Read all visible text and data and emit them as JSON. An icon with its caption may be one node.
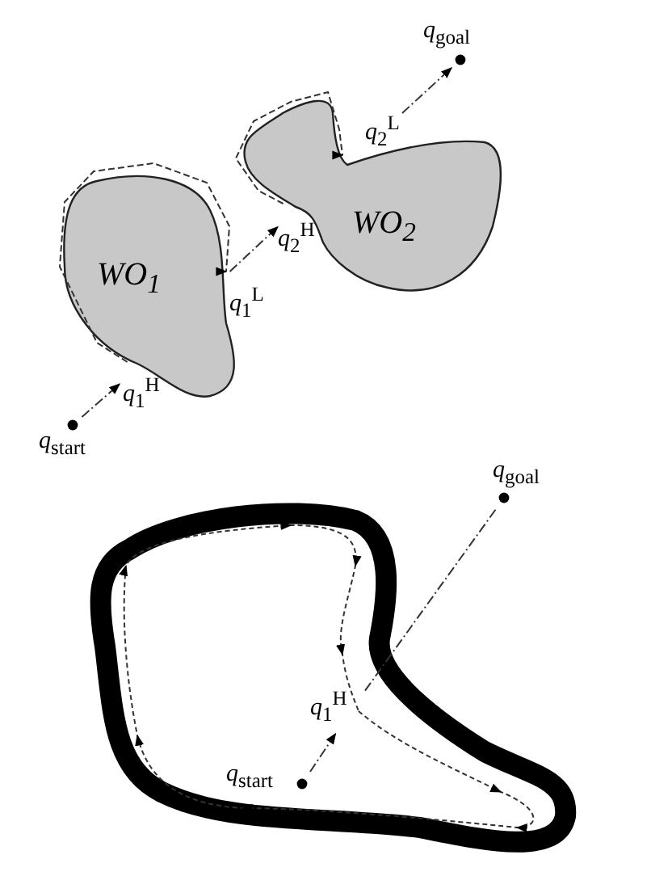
{
  "diagram": {
    "nodes": [
      {
        "text": [
          "WO$_{1}$"
        ]
      },
      {
        "text": [
          "WO$_{2}$"
        ]
      },
      {
        "text": [
          "*q*$_{start}$"
        ]
      },
      {
        "text": [
          "*q*$_{1}$$^{H}$"
        ]
      },
      {
        "text": [
          "*q*$_{1}$$^{L}$"
        ]
      },
      {
        "text": [
          "*q*$_{2}$$^{H}$"
        ]
      },
      {
        "text": [
          "*q*$_{2}$$^{L}$"
        ]
      },
      {
        "text": [
          "*q*$_{goal}$"
        ]
      },
      {
        "text": [
          "*q*$_{goal}$"
        ]
      },
      {
        "text": [
          "*q*$_{1}$$^{H}$"
        ]
      },
      {
        "text": [
          "*q*$_{start}$"
        ]
      }
    ],
    "edges": [
      {
        "from": 2,
        "to": 3,
        "arrow": "to"
      },
      {
        "from": 3,
        "to": 4,
        "arrow": "to"
      },
      {
        "from": 4,
        "to": 5,
        "arrow": "to"
      },
      {
        "from": 5,
        "to": 6,
        "arrow": "to"
      },
      {
        "from": 6,
        "to": 7,
        "arrow": "to"
      },
      {
        "from": 10,
        "to": 9,
        "arrow": "to"
      },
      {
        "from": 9,
        "to": 8,
        "arrow": "none"
      }
    ]
  }
}
